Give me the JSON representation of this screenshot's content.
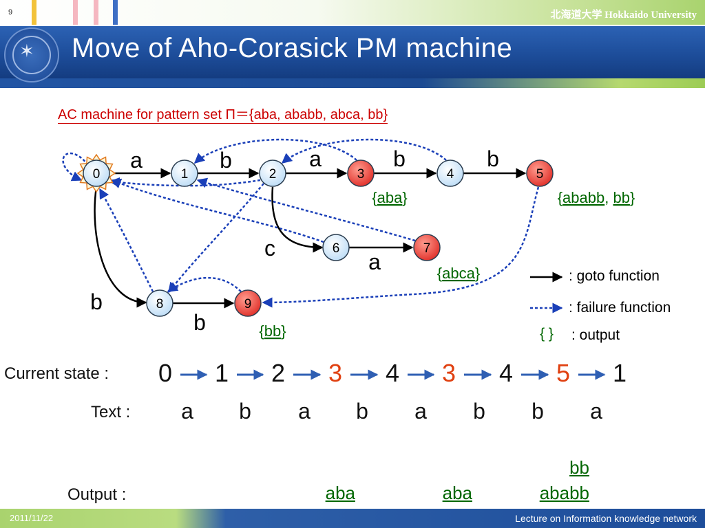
{
  "header": {
    "slide_number": "9",
    "university": "北海道大学 Hokkaido University",
    "title": "Move of Aho-Corasick PM machine",
    "subtitle": "AC machine for pattern set Π＝{aba, ababb, abca, bb}",
    "colors": {
      "title_band": "#1d4d9a",
      "accent_green": "#9ccc55",
      "subtitle": "#cc0000"
    }
  },
  "machine": {
    "states": [
      {
        "id": "0",
        "initial": true,
        "accepting": false
      },
      {
        "id": "1",
        "accepting": false
      },
      {
        "id": "2",
        "accepting": false
      },
      {
        "id": "3",
        "accepting": true
      },
      {
        "id": "4",
        "accepting": false
      },
      {
        "id": "5",
        "accepting": true
      },
      {
        "id": "6",
        "accepting": false
      },
      {
        "id": "7",
        "accepting": true
      },
      {
        "id": "8",
        "accepting": false
      },
      {
        "id": "9",
        "accepting": true
      }
    ],
    "goto_edges": [
      {
        "from": "0",
        "to": "1",
        "label": "a"
      },
      {
        "from": "1",
        "to": "2",
        "label": "b"
      },
      {
        "from": "2",
        "to": "3",
        "label": "a"
      },
      {
        "from": "3",
        "to": "4",
        "label": "b"
      },
      {
        "from": "4",
        "to": "5",
        "label": "b"
      },
      {
        "from": "2",
        "to": "6",
        "label": "c"
      },
      {
        "from": "6",
        "to": "7",
        "label": "a"
      },
      {
        "from": "0",
        "to": "8",
        "label": "b"
      },
      {
        "from": "8",
        "to": "9",
        "label": "b"
      }
    ],
    "failure_edges": [
      {
        "from": "0",
        "to": "0"
      },
      {
        "from": "2",
        "to": "0"
      },
      {
        "from": "3",
        "to": "1"
      },
      {
        "from": "4",
        "to": "2"
      },
      {
        "from": "5",
        "to": "9"
      },
      {
        "from": "6",
        "to": "0"
      },
      {
        "from": "7",
        "to": "1"
      },
      {
        "from": "8",
        "to": "0"
      },
      {
        "from": "9",
        "to": "8"
      },
      {
        "from": "2",
        "to": "8"
      }
    ],
    "outputs": [
      {
        "state": "3",
        "label_open": "{",
        "items": [
          "aba"
        ],
        "label_close": "}"
      },
      {
        "state": "5",
        "label_open": "{",
        "items": [
          "ababb",
          "bb"
        ],
        "label_close": "}"
      },
      {
        "state": "7",
        "label_open": "{",
        "items": [
          "abca"
        ],
        "label_close": "}"
      },
      {
        "state": "9",
        "label_open": "{",
        "items": [
          "bb"
        ],
        "label_close": "}"
      }
    ],
    "colors": {
      "accepting_fill": "#e8403f",
      "normal_fill": "#d9ecfb",
      "failure": "#1a3fb8",
      "output_text": "#006600"
    }
  },
  "legend": {
    "goto": ": goto function",
    "failure": ": failure function",
    "output_symbol": "{ }",
    "output": ": output"
  },
  "trace": {
    "current_state_label": "Current state :",
    "text_label": "Text :",
    "output_label": "Output :",
    "states": [
      {
        "value": "0",
        "highlight": false
      },
      {
        "value": "1",
        "highlight": false
      },
      {
        "value": "2",
        "highlight": false
      },
      {
        "value": "3",
        "highlight": true
      },
      {
        "value": "4",
        "highlight": false
      },
      {
        "value": "3",
        "highlight": true
      },
      {
        "value": "4",
        "highlight": false
      },
      {
        "value": "5",
        "highlight": true
      },
      {
        "value": "1",
        "highlight": false
      }
    ],
    "text": [
      "a",
      "b",
      "a",
      "b",
      "a",
      "b",
      "b",
      "a"
    ],
    "outputs": [
      {
        "after_text_index": 3,
        "lines": [
          "aba"
        ]
      },
      {
        "after_text_index": 5,
        "lines": [
          "aba"
        ]
      },
      {
        "after_text_index": 7,
        "lines": [
          "bb",
          "ababb"
        ]
      }
    ],
    "colors": {
      "highlight": "#e04010",
      "normal": "#111111"
    }
  },
  "footer": {
    "date": "2011/11/22",
    "course": "Lecture on Information knowledge network"
  }
}
